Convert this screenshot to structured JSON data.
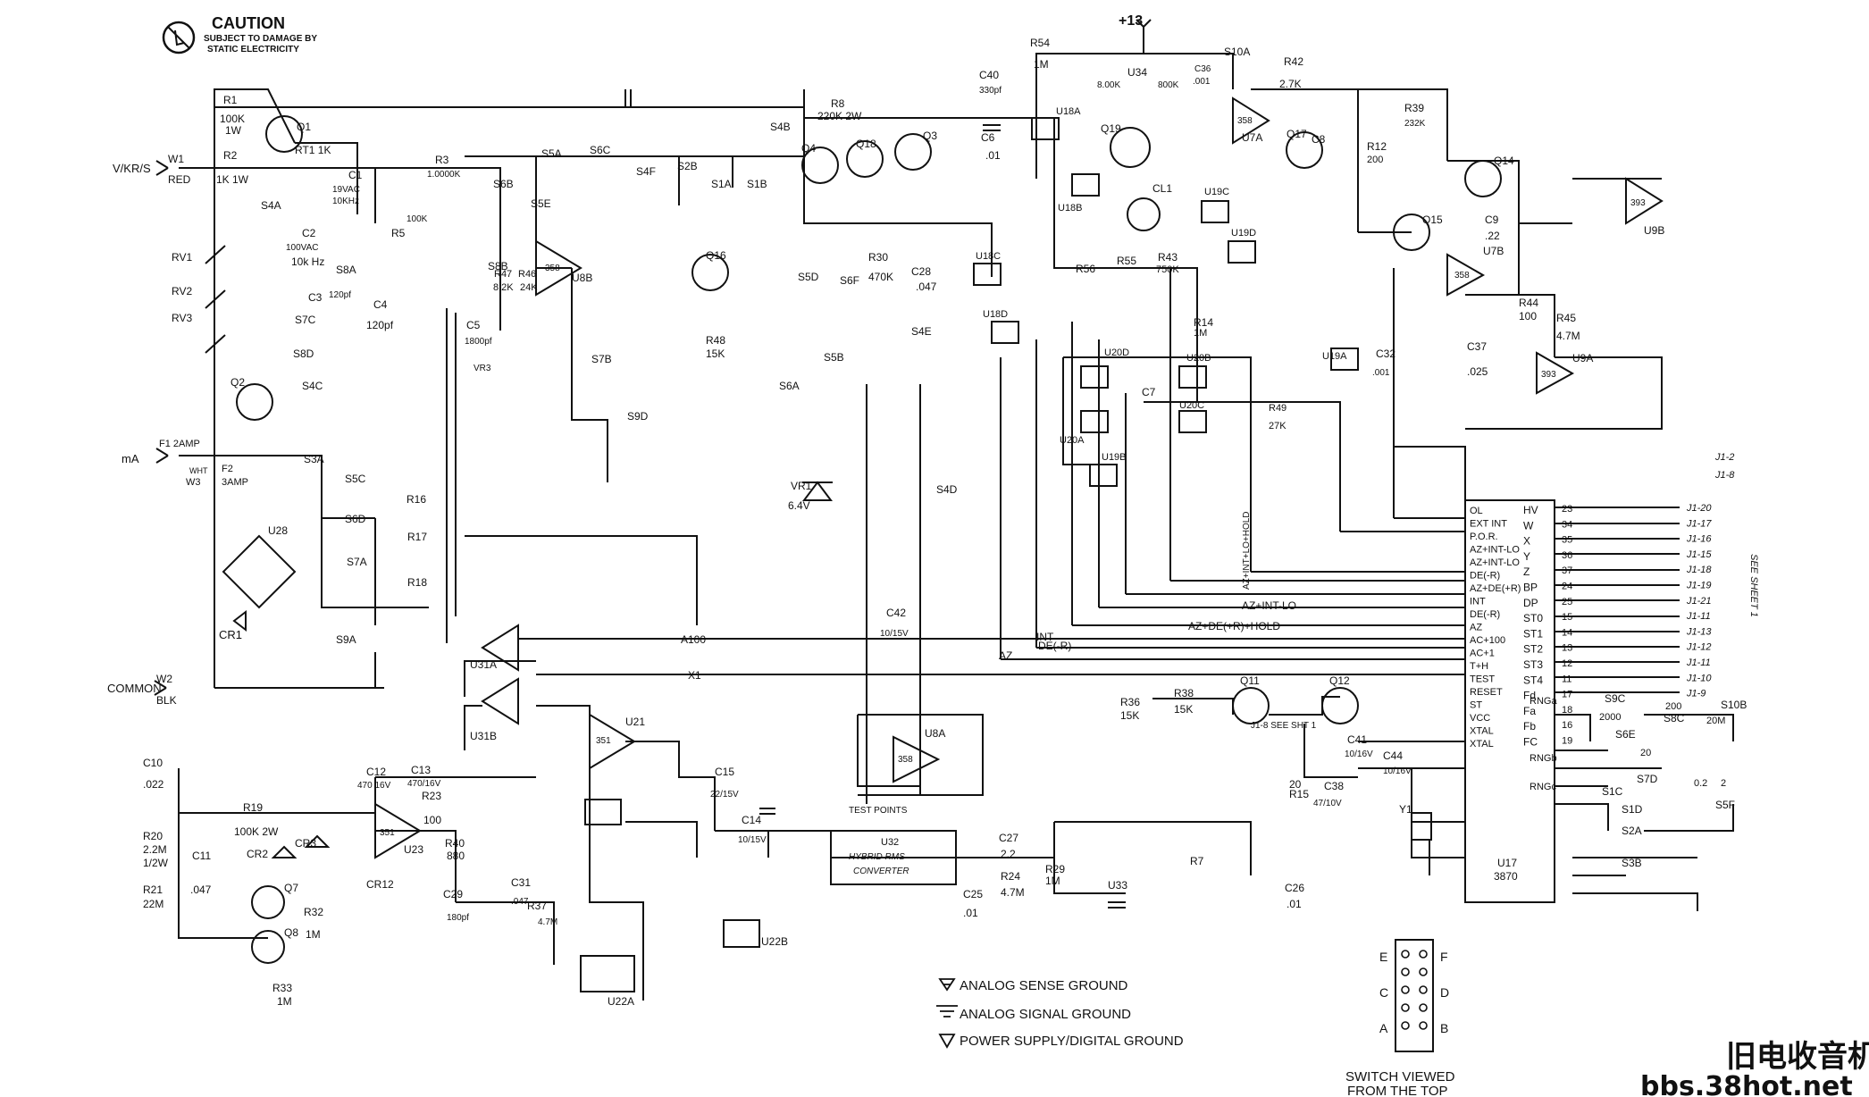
{
  "caution": {
    "title": "CAUTION",
    "line1": "SUBJECT TO DAMAGE BY",
    "line2": "STATIC ELECTRICITY"
  },
  "supply_top": "+13",
  "inputs": {
    "vkr_s": "V/KR/S",
    "w1": "W1",
    "red": "RED",
    "ma": "mA",
    "f1": "F1 2AMP",
    "wht": "WHT",
    "w3": "W3",
    "f2": "F2",
    "f2_rating": "3AMP",
    "common": "COMMON",
    "w2": "W2",
    "blk": "BLK"
  },
  "parts": {
    "r1": "R1",
    "r1_val": "100K",
    "r1_w": "1W",
    "r2": "R2",
    "r2_val": "1K 1W",
    "q1": "Q1",
    "rt1": "RT1 1K",
    "rv1": "RV1",
    "rv2": "RV2",
    "rv3": "RV3",
    "c1": "C1",
    "c1_val": "19VAC",
    "c1_f": "10KHz",
    "r3": "R3",
    "r3_val": "1.0000K",
    "r5": "R5",
    "r5_val": "100K",
    "c2": "C2",
    "c2_val": "100VAC",
    "c2_f": "10k Hz",
    "c3": "C3",
    "c3_val": "120pf",
    "c4": "C4",
    "c4_val": "120pf",
    "q2": "Q2",
    "u8b": "U8B",
    "u8b_part": "358",
    "r47": "R47",
    "r47_val": "8.2K",
    "r46": "R46",
    "r46_val": "24K",
    "c5": "C5",
    "c5_val": "1800pf",
    "vr3": "VR3",
    "q16": "Q16",
    "r48": "R48",
    "r48_val": "15K",
    "q4": "Q4",
    "q18": "Q18",
    "q3": "Q3",
    "r8": "R8",
    "r8_val": "220K 2W",
    "r30": "R30",
    "r30_val": "470K",
    "c28": "C28",
    "c28_val": ".047",
    "vr1": "VR1",
    "vr1_val": "6.4V",
    "c42": "C42",
    "c42_val": "10/15V",
    "c40": "C40",
    "c40_val": "330pf",
    "r54": "R54",
    "r54_val": "1M",
    "c6": "C6",
    "c6_val": ".01",
    "q19": "Q19",
    "cl1": "CL1",
    "r56": "R56",
    "r55": "R55",
    "r43": "R43",
    "r43_val": "750K",
    "u34": "U34",
    "u34_v1": "8.00K",
    "u34_v2": "800K",
    "c36": "C36",
    "c36_val": ".001",
    "r42": "R42",
    "r42_val": "2.7K",
    "u7a": "U7A",
    "u7a_part": "358",
    "q17": "Q17",
    "c8": "C8",
    "r12": "R12",
    "r12_val": "200",
    "q15": "Q15",
    "q14": "Q14",
    "c9": "C9",
    "c9_val": ".22",
    "u7b": "U7B",
    "u7b_part": "358",
    "u9b": "U9B",
    "u9b_part": "393",
    "u9a": "U9A",
    "u9a_part": "393",
    "r44": "R44",
    "r44_val": "100",
    "r45": "R45",
    "r45_val": "4.7M",
    "c37": "C37",
    "c37_val": ".025",
    "r39": "R39",
    "r39_val": "232K",
    "c32": "C32",
    "c32_val": ".001",
    "r14": "R14",
    "r14_val": "1M",
    "c7": "C7",
    "r49": "R49",
    "r49_val": "27K",
    "u17": "U17",
    "u17_part": "3870",
    "u28": "U28",
    "cr1": "CR1",
    "r16": "R16",
    "r17": "R17",
    "r18": "R18",
    "u31a": "U31A",
    "u31b": "U31B",
    "u21": "U21",
    "u21_part": "351",
    "c15": "C15",
    "c15_val": "22/15V",
    "c14": "C14",
    "c14_val": "10/15V",
    "u32_block": "U32",
    "converter_l1": "HYBRID RMS",
    "converter_l2": "CONVERTER",
    "test_points": "TEST POINTS",
    "c27": "C27",
    "c27_val": "2.2",
    "c25": "C25",
    "c25_val": ".01",
    "r24": "R24",
    "r24_val": "4.7M",
    "r29": "R29",
    "r29_val": "1M",
    "u33": "U33",
    "r7": "R7",
    "c26": "C26",
    "c26_val": ".01",
    "c10": "C10",
    "c10_val": ".022",
    "c11": "C11",
    "c11_val": ".047",
    "r20": "R20",
    "r20_val": "2.2M",
    "r20_w": "1/2W",
    "r21": "R21",
    "r21_val": "22M",
    "r19": "R19",
    "r19_val": "100K 2W",
    "cr2": "CR2",
    "cr3": "CR3",
    "cr12": "CR12",
    "c12": "C12",
    "c12_val": "470 16V",
    "c13": "C13",
    "c13_val": "470/16V",
    "r23": "R23",
    "r23_val": "100",
    "u23": "U23",
    "u23_part": "351",
    "q7": "Q7",
    "q8": "Q8",
    "r32": "R32",
    "r32_val": "1M",
    "r33": "R33",
    "r33_val": "1M",
    "r40": "R40",
    "r40_val": "880",
    "c29": "C29",
    "c29_val": "180pf",
    "c31": "C31",
    "c31_val": ".047",
    "r37": "R37",
    "r37_val": "4.7M",
    "u8a": "U8A",
    "u8a_part": "358",
    "u22a": "U22A",
    "u22b": "U22B",
    "q11": "Q11",
    "q12": "Q12",
    "r36": "R36",
    "r36_val": "15K",
    "r38": "R38",
    "r38_val": "15K",
    "c41": "C41",
    "c41_val": "10/16V",
    "c44": "C44",
    "c44_val": "10/16V",
    "r15": "R15",
    "r15_val": "20",
    "c38": "C38",
    "c38_val": "47/10V",
    "y1": "Y1",
    "u19a": "U19A",
    "u19b": "U19B",
    "u19c": "U19C",
    "u19d": "U19D",
    "u18a": "U18A",
    "u18b": "U18B",
    "u18c": "U18C",
    "u18d": "U18D",
    "u20a": "U20A",
    "u20b": "U20B",
    "u20c": "U20C",
    "u20d": "U20D"
  },
  "switches": {
    "s1a": "S1A",
    "s1b": "S1B",
    "s1c": "S1C",
    "s1d": "S1D",
    "s2a": "S2A",
    "s2b": "S2B",
    "s3a": "S3A",
    "s3b": "S3B",
    "s4a": "S4A",
    "s4b": "S4B",
    "s4c": "S4C",
    "s4d": "S4D",
    "s4e": "S4E",
    "s4f": "S4F",
    "s5a": "S5A",
    "s5b": "S5B",
    "s5c": "S5C",
    "s5d": "S5D",
    "s5e": "S5E",
    "s5f": "S5F",
    "s6a": "S6A",
    "s6b": "S6B",
    "s6c": "S6C",
    "s6d": "S6D",
    "s6e": "S6E",
    "s6f": "S6F",
    "s7a": "S7A",
    "s7b": "S7B",
    "s7c": "S7C",
    "s7d": "S7D",
    "s8a": "S8A",
    "s8b": "S8B",
    "s8c": "S8C",
    "s8d": "S8D",
    "s9a": "S9A",
    "s9c": "S9C",
    "s9d": "S9D",
    "s10a": "S10A",
    "s10b": "S10B"
  },
  "nets": {
    "a100": "A100",
    "x1": "X1",
    "az": "AZ",
    "int": "INT",
    "de_r": "DE(-R)",
    "az_int_lo": "AZ+INT-LO",
    "az_de_hold": "AZ+DE(+R)+HOLD",
    "hold_vert": "AZ+INT+LO+HOLD"
  },
  "u17_pins": {
    "left": [
      "OL",
      "EXT INT",
      "P.O.R.",
      "AZ+INT-LO",
      "AZ+INT-LO",
      "DE(-R)",
      "AZ+DE(+R)",
      "INT",
      "DE(-R)",
      "AZ",
      "AC+100",
      "AC+1",
      "T+H",
      "TEST",
      "RESET",
      "ST",
      "VCC",
      "XTAL",
      "XTAL"
    ],
    "right": [
      "HV",
      "W",
      "X",
      "Y",
      "Z",
      "BP",
      "DP",
      "ST0",
      "ST1",
      "ST2",
      "ST3",
      "ST4",
      "Fd",
      "Fa",
      "Fb",
      "FC"
    ],
    "right_nums": [
      "23",
      "34",
      "35",
      "36",
      "37",
      "24",
      "25",
      "15",
      "14",
      "13",
      "12",
      "11",
      "17",
      "18",
      "16",
      "19"
    ]
  },
  "j_refs": [
    "J1-20",
    "J1-17",
    "J1-16",
    "J1-15",
    "J1-18",
    "J1-19",
    "J1-21",
    "J1-11",
    "J1-13",
    "J1-12",
    "J1-11",
    "J1-10",
    "J1-9"
  ],
  "j_top": [
    "J1-2",
    "J1-8"
  ],
  "see_sheet": "SEE SHEET 1",
  "j1_8_note": "J1-8 SEE SHT 1",
  "right_ranges": {
    "rng_a": "RNGa",
    "rng_b": "RNGb",
    "rng_c": "RNGc",
    "vals": [
      "2000",
      "200",
      "20M",
      "20",
      "0.2",
      "2"
    ]
  },
  "legend": {
    "sense": "ANALOG SENSE GROUND",
    "signal": "ANALOG SIGNAL GROUND",
    "power": "POWER SUPPLY/DIGITAL GROUND"
  },
  "switch_view": {
    "line1": "SWITCH VIEWED",
    "line2": "FROM THE TOP",
    "letters_left": [
      "E",
      "C",
      "A"
    ],
    "letters_right": [
      "F",
      "D",
      "B"
    ]
  },
  "watermark": {
    "cn": "旧电收音机",
    "url": "bbs.38hot.net"
  }
}
